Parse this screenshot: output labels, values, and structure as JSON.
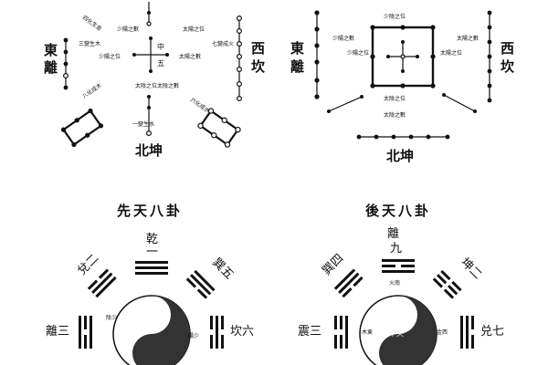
{
  "hetu": {
    "east": "東\n離",
    "west": "西\n坎",
    "north": "北坤",
    "center": [
      "中",
      "五"
    ],
    "texts": [
      "四化生金",
      "少陽之數",
      "三變生木",
      "少陽之位",
      "八化成木",
      "一變生水",
      "太陰之位",
      "太陰之數",
      "太陽之數",
      "七變成火",
      "太陽之位",
      "六化成水"
    ]
  },
  "luoshu": {
    "east": "東\n離",
    "west": "西\n坎",
    "north": "北坤",
    "texts": [
      "少陰之位",
      "少陽之數",
      "少陽之位",
      "太陽之數",
      "太陽之位",
      "太陰之位",
      "太陰之數"
    ]
  },
  "xiantian": {
    "title": "先天八卦",
    "top_trigram": "乾",
    "top_num": "一",
    "upper_left": "兌二",
    "upper_right": "巽五",
    "left": "離三",
    "right": "坎六",
    "yin_label_left": "陰少",
    "yin_label_right": "陽少"
  },
  "houtian": {
    "title": "後天八卦",
    "top_trigram": "離",
    "top_num": "九",
    "upper_left": "巽四",
    "upper_right": "坤二",
    "left": "震三",
    "right": "兑七",
    "center": "中央",
    "inner_top": "火南",
    "inner_left": "木東",
    "inner_right": "金西"
  }
}
